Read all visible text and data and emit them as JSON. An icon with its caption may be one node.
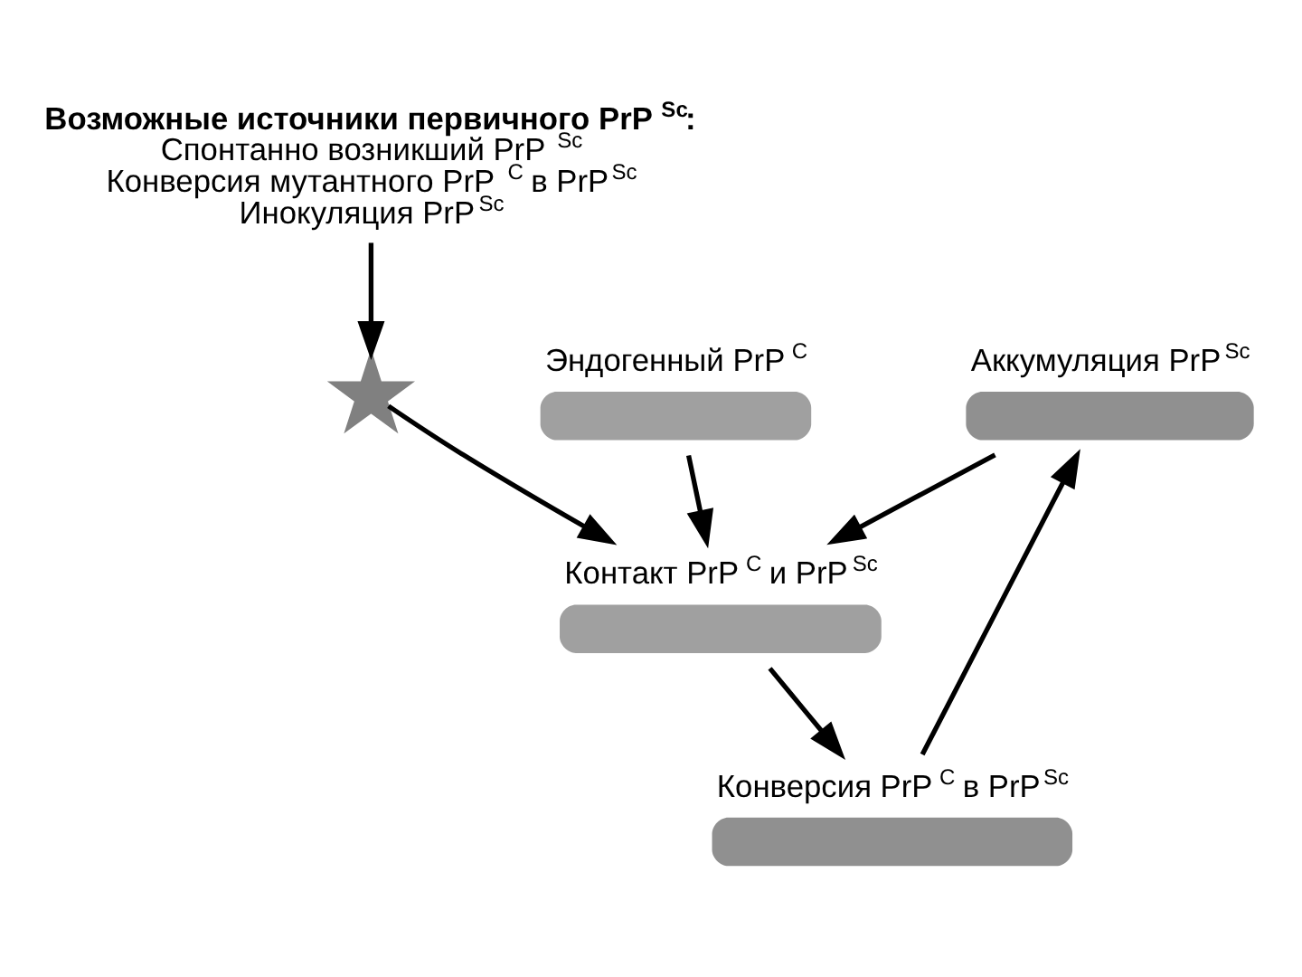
{
  "diagram": {
    "nodes": [
      {
        "text": [
          "Возможные источники первичного PrP$^{Sc}$:",
          "Спонтанно возникший PrP$^{Sc}$",
          "Конверсия мутантного PrP$^{C}$ в PrP$^{Sc}$",
          "Инокуляция PrP$^{Sc}$"
        ]
      },
      {
        "text": [],
        "shape": "star"
      },
      {
        "text": [
          "Эндогенный PrP$^{C}$"
        ]
      },
      {
        "text": [
          "Аккумуляция PrP$^{Sc}$"
        ]
      },
      {
        "text": [
          "Контакт PrP$^{C}$ и PrP$^{Sc}$"
        ]
      },
      {
        "text": [
          "Конверсия PrP$^{C}$ в PrP$^{Sc}$"
        ]
      }
    ],
    "edges": [
      {
        "from": 0,
        "to": 1,
        "arrow": "to"
      },
      {
        "from": 1,
        "to": 4,
        "arrow": "to"
      },
      {
        "from": 2,
        "to": 4,
        "arrow": "to"
      },
      {
        "from": 3,
        "to": 4,
        "arrow": "to"
      },
      {
        "from": 4,
        "to": 5,
        "arrow": "to"
      },
      {
        "from": 5,
        "to": 3,
        "arrow": "to"
      }
    ]
  }
}
